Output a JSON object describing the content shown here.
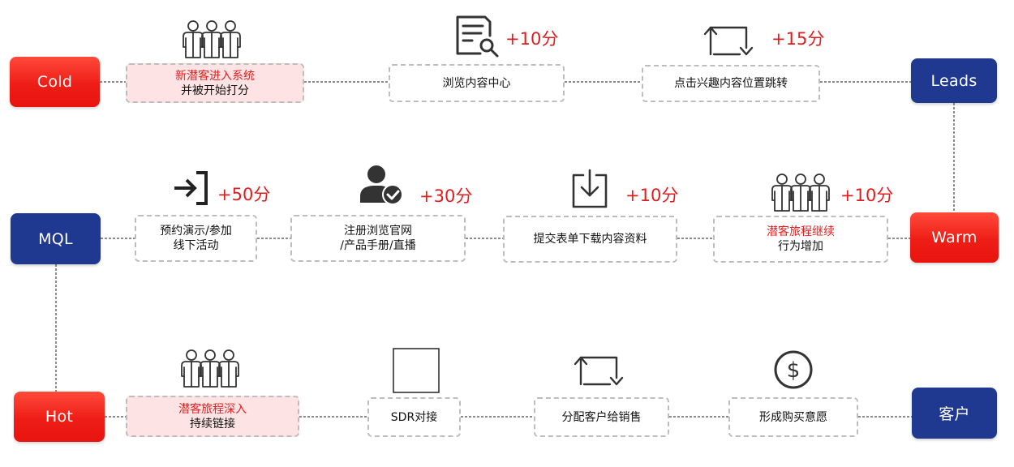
{
  "stages": {
    "cold": "Cold",
    "leads": "Leads",
    "mql": "MQL",
    "warm": "Warm",
    "hot": "Hot",
    "customer": "客户"
  },
  "steps": {
    "new_lead": {
      "line1": "新潜客进入系统",
      "line2": "并被开始打分"
    },
    "browse_content": {
      "line1": "浏览内容中心"
    },
    "click_interest": {
      "line1": "点击兴趣内容位置跳转"
    },
    "reserve_demo": {
      "line1": "预约演示/参加",
      "line2": "线下活动"
    },
    "register_browse": {
      "line1": "注册浏览官网",
      "line2": "/产品手册/直播"
    },
    "submit_form": {
      "line1": "提交表单下载内容资料"
    },
    "journey_continue": {
      "line1": "潜客旅程继续",
      "line2": "行为增加"
    },
    "journey_deep": {
      "line1": "潜客旅程深入",
      "line2": "持续链接"
    },
    "sdr": {
      "line1": "SDR对接"
    },
    "assign_sales": {
      "line1": "分配客户给销售"
    },
    "purchase_intent": {
      "line1": "形成购买意愿"
    }
  },
  "scores": {
    "browse_content": "+10分",
    "click_interest": "+15分",
    "reserve_demo": "+50分",
    "register_browse": "+30分",
    "submit_form": "+10分",
    "journey_continue": "+10分"
  },
  "icons": {
    "new_lead": "people-group-icon",
    "browse_content": "document-search-icon",
    "click_interest": "cycle-arrows-icon",
    "reserve_demo": "sign-in-icon",
    "register_browse": "user-check-icon",
    "submit_form": "download-icon",
    "journey_continue": "people-group-icon",
    "journey_deep": "people-group-icon",
    "sdr": "blank-square-icon",
    "assign_sales": "cycle-arrows-icon",
    "purchase_intent": "dollar-icon"
  },
  "colors": {
    "stage_red": "#ee1d16",
    "stage_blue": "#1f3990",
    "score_red": "#e01d1d",
    "highlight_pink": "#fde3e3",
    "dashed_border": "#bdbdbd"
  }
}
